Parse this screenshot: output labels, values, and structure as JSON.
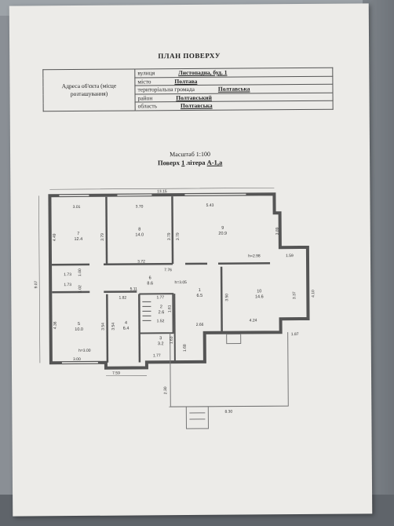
{
  "document": {
    "title": "ПЛАН ПОВЕРХУ",
    "address": {
      "label": "Адреса об'єкта (місце розташування)",
      "rows": [
        {
          "key": "вулиця",
          "value": "Листопадна, буд. 1"
        },
        {
          "key": "місто",
          "value": "Полтава"
        },
        {
          "key": "територіальна громада",
          "value": "Полтавська"
        },
        {
          "key": "район",
          "value": "Полтавський"
        },
        {
          "key": "область",
          "value": "Полтавська"
        }
      ]
    },
    "scale": "Масштаб 1:100",
    "floor": {
      "prefix": "Поверх",
      "number": "1",
      "mid": "літера",
      "letter": "А-1,а"
    }
  },
  "plan": {
    "rooms": [
      {
        "num": "7",
        "area": "12.4"
      },
      {
        "num": "8",
        "area": "14.0"
      },
      {
        "num": "9",
        "area": "20.9"
      },
      {
        "num": "6",
        "area": "8.6"
      },
      {
        "num": "1",
        "area": "6.5"
      },
      {
        "num": "10",
        "area": "14.6"
      },
      {
        "num": "2",
        "area": "2.6"
      },
      {
        "num": "3",
        "area": "3.2"
      },
      {
        "num": "4",
        "area": "6.4"
      },
      {
        "num": "5",
        "area": "10.0"
      }
    ],
    "dims": {
      "top_total": "13.15",
      "r7_w": "3.01",
      "r8_w": "3.70",
      "r9_w": "5.43",
      "h_449": "4.49",
      "h_379a": "3.79",
      "h_379b": "3.79",
      "h_379c": "3.79",
      "right_389": "3.89",
      "left_total": "9.07",
      "corr_372": "3.72",
      "h298": "h=2.98",
      "d159": "1.59",
      "d173a": "1.73",
      "d173b": "1.73",
      "d100": "1.00",
      "d102": "1.02",
      "d776": "7.76",
      "d511": "5.11",
      "h305": "h=3.05",
      "d177a": "1.77",
      "d161": "1.61",
      "d182": "1.82",
      "d152": "1.52",
      "d436": "4.36",
      "d354a": "3.54",
      "d354b": "3.54",
      "h300": "h=3.00",
      "d300": "3.00",
      "d759": "7.59",
      "d177b": "1.77",
      "d163": "1.63",
      "d168": "1.68",
      "d266": "2.66",
      "d350": "3.50",
      "d424": "4.24",
      "d337": "3.37",
      "d410": "4.10",
      "d187": "1.87",
      "d230": "2.30",
      "d830": "8.30"
    }
  }
}
